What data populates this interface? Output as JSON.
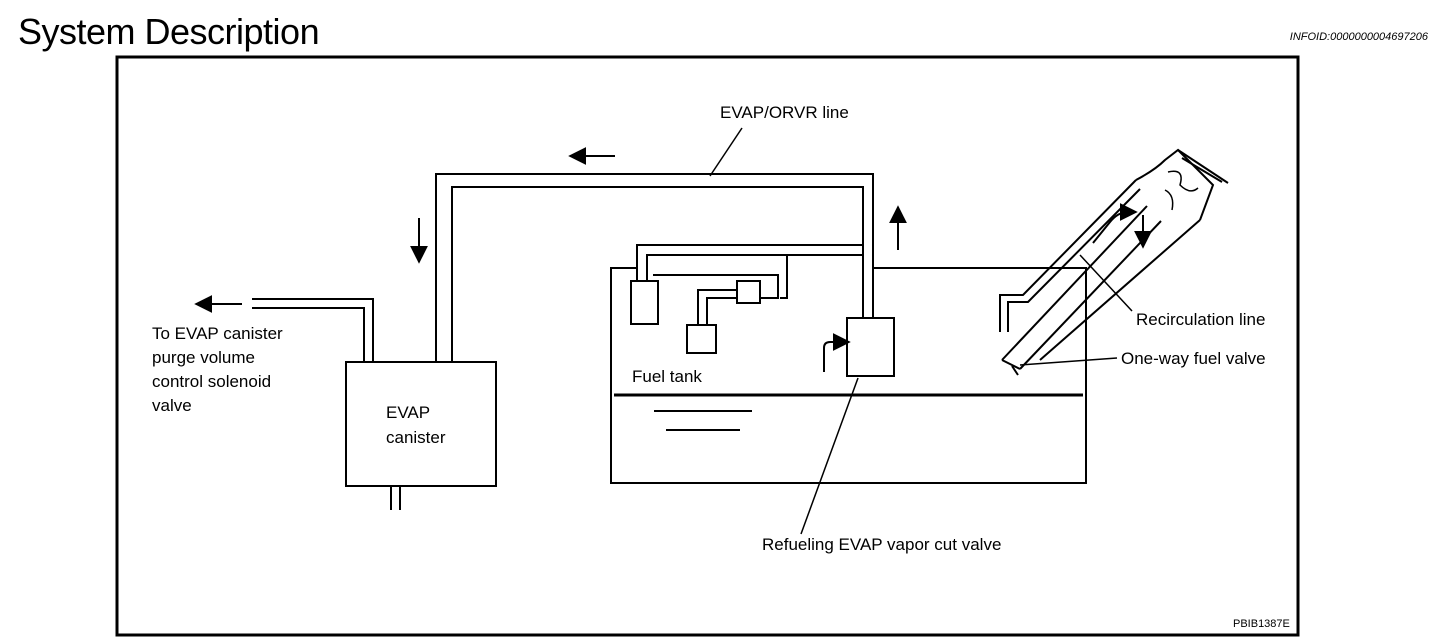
{
  "header": {
    "title": "System Description",
    "info_id": "INFOID:0000000004697206"
  },
  "diagram": {
    "labels": {
      "evap_orvr_line": "EVAP/ORVR line",
      "to_evap_line1": "To EVAP canister",
      "to_evap_line2": "purge volume",
      "to_evap_line3": "control solenoid",
      "to_evap_line4": "valve",
      "canister_line1": "EVAP",
      "canister_line2": "canister",
      "fuel_tank": "Fuel tank",
      "recirculation_line": "Recirculation line",
      "one_way_fuel_valve": "One-way fuel valve",
      "refueling_valve": "Refueling EVAP vapor cut valve",
      "figure_code": "PBIB1387E"
    }
  }
}
